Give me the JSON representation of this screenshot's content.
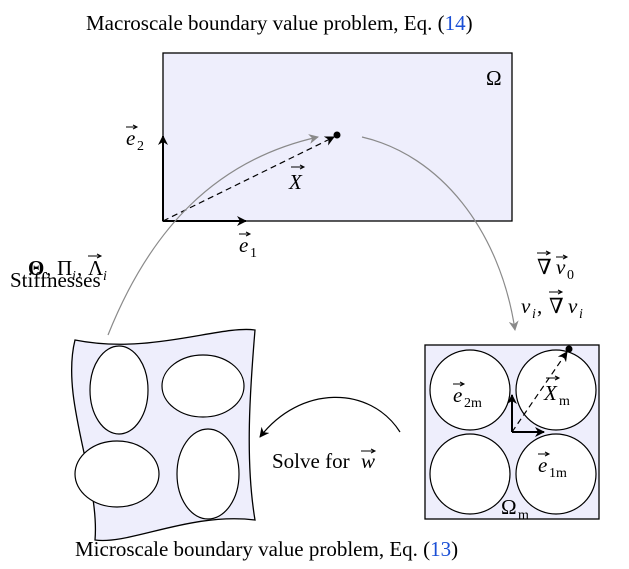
{
  "title_top": {
    "text": "Macroscale boundary value problem, Eq. (",
    "ref": "14",
    "close": ")"
  },
  "title_bottom": {
    "text": "Microscale boundary value problem, Eq. (",
    "ref": "13",
    "close": ")"
  },
  "macro": {
    "domain_label": "Ω",
    "e1": "e",
    "e1_sub": "1",
    "e2": "e",
    "e2_sub": "2",
    "position": "X"
  },
  "left_labels": {
    "theta": "Θ",
    "pi": "Π",
    "pi_sub": "i",
    "lambda": "Λ",
    "lambda_sub": "i",
    "stiffnesses": "Stiffnesses"
  },
  "right_labels": {
    "nabla": "∇",
    "v": "v",
    "v0_sub": "0",
    "vi": "v",
    "vi_sub": "i",
    "nabla2": "∇",
    "v2": "v",
    "v2_sub": "i"
  },
  "micro": {
    "e1m": "e",
    "e1m_sub": "1m",
    "e2m": "e",
    "e2m_sub": "2m",
    "xm": "X",
    "xm_sub": "m",
    "omega_m": "Ω",
    "omega_m_sub": "m"
  },
  "solve_label": {
    "text": "Solve for",
    "w": "w"
  },
  "colors": {
    "fill": "#eeeefc",
    "ref": "#1a4fd6",
    "arc": "#8a8a8a"
  }
}
